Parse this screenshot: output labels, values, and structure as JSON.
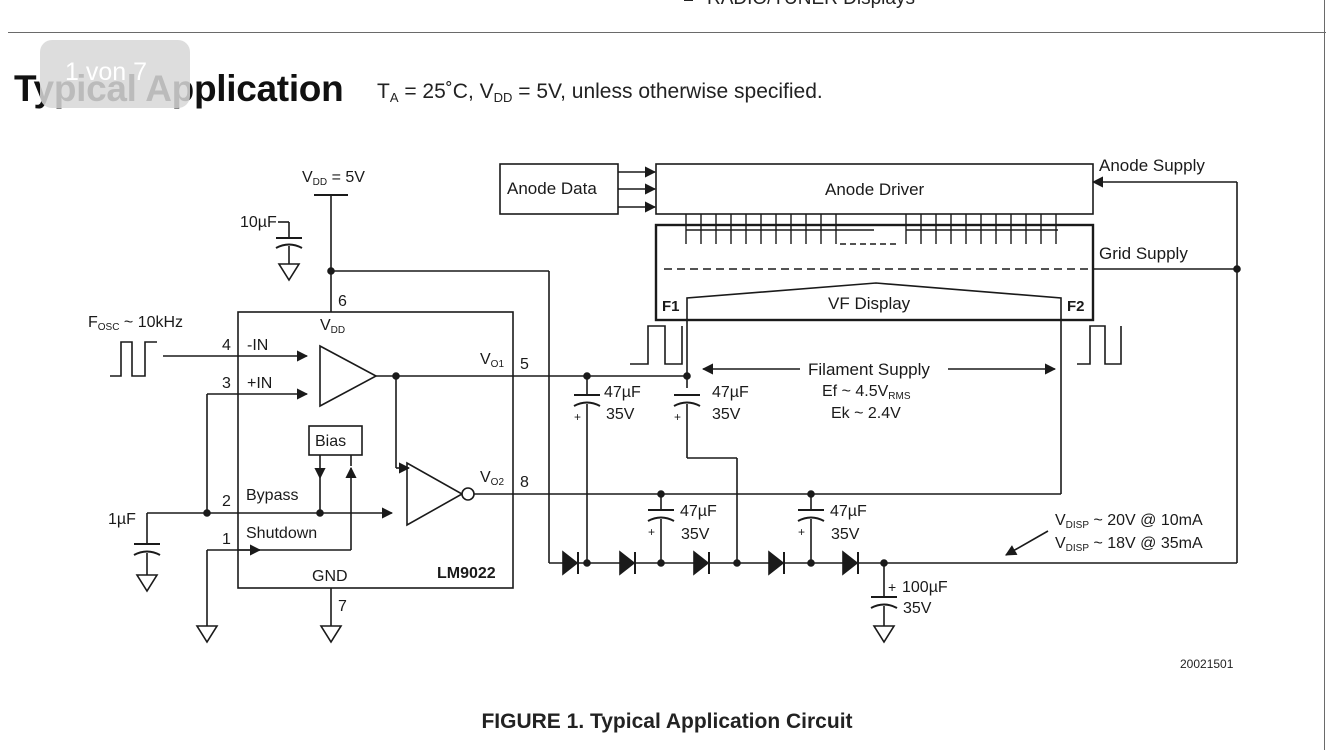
{
  "header": {
    "top_bullet": "RADIO/TUNER Displays",
    "heading": "Typical Application",
    "conditions": "TA = 25˚C, VDD = 5V, unless otherwise specified."
  },
  "viewer": {
    "page_indicator": "1 von 7"
  },
  "diagram": {
    "supply": {
      "vdd_label": "VDD = 5V",
      "vdd_cap": "10µF"
    },
    "oscillator": "FOSC ~ 10kHz",
    "chip": {
      "name": "LM9022",
      "vdd_pin_label": "VDD",
      "gnd_label": "GND",
      "bias_label": "Bias",
      "pins": [
        {
          "num": "6",
          "label": ""
        },
        {
          "num": "4",
          "label": "-IN"
        },
        {
          "num": "3",
          "label": "+IN"
        },
        {
          "num": "2",
          "label": "Bypass"
        },
        {
          "num": "1",
          "label": "Shutdown"
        },
        {
          "num": "7",
          "label": ""
        },
        {
          "num": "5",
          "label": "VO1"
        },
        {
          "num": "8",
          "label": "VO2"
        }
      ]
    },
    "bypass_cap": "1µF",
    "display": {
      "anode_data": "Anode Data",
      "anode_driver": "Anode Driver",
      "vf_display": "VF Display",
      "f1": "F1",
      "f2": "F2",
      "anode_supply": "Anode Supply",
      "grid_supply": "Grid Supply"
    },
    "filament": {
      "label": "Filament Supply",
      "ef": "Ef ~ 4.5VRMS",
      "ek": "Ek ~ 2.4V"
    },
    "caps": {
      "c1_value": "47µF",
      "c1_voltage": "35V",
      "c2_value": "47µF",
      "c2_voltage": "35V",
      "c3_value": "47µF",
      "c3_voltage": "35V",
      "c4_value": "47µF",
      "c4_voltage": "35V",
      "c5_value": "100µF",
      "c5_voltage": "35V"
    },
    "vdisp": {
      "line1": "VDISP ~ 20V @ 10mA",
      "line2": "VDISP ~ 18V @ 35mA"
    },
    "figure_id": "20021501"
  },
  "caption": "FIGURE 1. Typical Application Circuit"
}
